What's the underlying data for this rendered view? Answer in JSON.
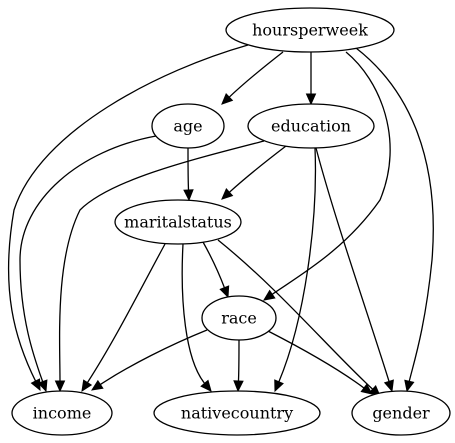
{
  "graph": {
    "nodes": [
      {
        "id": "hoursperweek",
        "label": "hoursperweek"
      },
      {
        "id": "age",
        "label": "age"
      },
      {
        "id": "education",
        "label": "education"
      },
      {
        "id": "maritalstatus",
        "label": "maritalstatus"
      },
      {
        "id": "race",
        "label": "race"
      },
      {
        "id": "income",
        "label": "income"
      },
      {
        "id": "nativecountry",
        "label": "nativecountry"
      },
      {
        "id": "gender",
        "label": "gender"
      }
    ],
    "edges": [
      {
        "from": "hoursperweek",
        "to": "age"
      },
      {
        "from": "hoursperweek",
        "to": "education"
      },
      {
        "from": "hoursperweek",
        "to": "income"
      },
      {
        "from": "hoursperweek",
        "to": "race"
      },
      {
        "from": "hoursperweek",
        "to": "gender"
      },
      {
        "from": "age",
        "to": "maritalstatus"
      },
      {
        "from": "age",
        "to": "income"
      },
      {
        "from": "education",
        "to": "maritalstatus"
      },
      {
        "from": "education",
        "to": "income"
      },
      {
        "from": "education",
        "to": "nativecountry"
      },
      {
        "from": "education",
        "to": "gender"
      },
      {
        "from": "maritalstatus",
        "to": "race"
      },
      {
        "from": "maritalstatus",
        "to": "income"
      },
      {
        "from": "maritalstatus",
        "to": "nativecountry"
      },
      {
        "from": "maritalstatus",
        "to": "gender"
      },
      {
        "from": "race",
        "to": "income"
      },
      {
        "from": "race",
        "to": "nativecountry"
      },
      {
        "from": "race",
        "to": "gender"
      }
    ]
  }
}
